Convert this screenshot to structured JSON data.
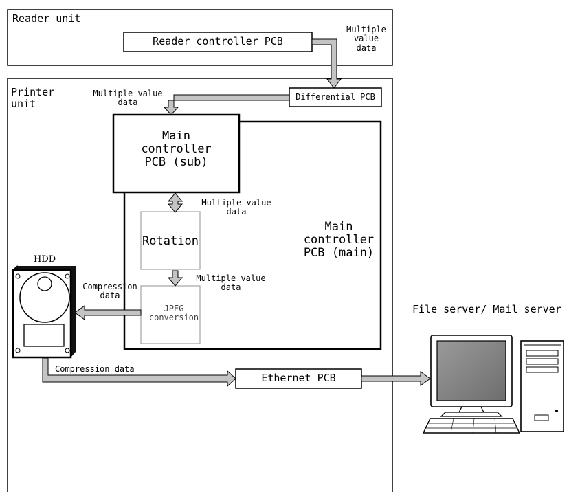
{
  "reader_unit": {
    "label": "Reader unit",
    "controller": "Reader controller PCB",
    "output_note": "Multiple\nvalue\ndata"
  },
  "printer_unit": {
    "label": "Printer\nunit",
    "differential_pcb": "Differential PCB",
    "diff_to_main_note": "Multiple value\ndata",
    "main_sub": "Main\ncontroller\nPCB (sub)",
    "sub_to_rotation_note": "Multiple value\ndata",
    "main_main": "Main\ncontroller\nPCB (main)",
    "rotation": "Rotation",
    "rotation_to_jpeg_note": "Multiple value\ndata",
    "jpeg": "JPEG\nconversion",
    "jpeg_to_hdd_note": "Compression\ndata",
    "hdd": "HDD",
    "hdd_to_ethernet_note": "Compression data",
    "ethernet_pcb": "Ethernet PCB"
  },
  "server": {
    "label": "File server/ Mail server"
  }
}
